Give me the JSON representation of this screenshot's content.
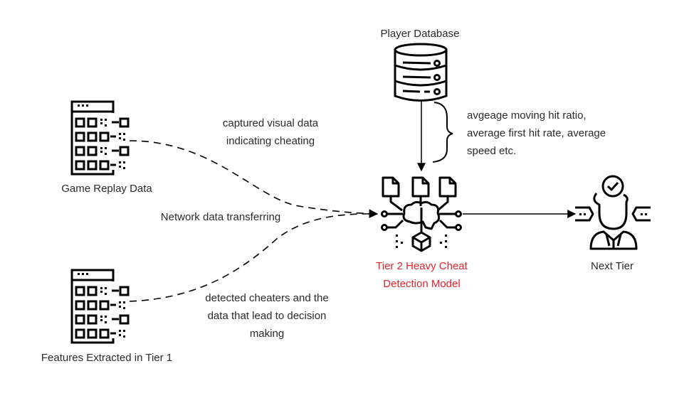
{
  "nodes": {
    "game_replay": {
      "label": "Game Replay Data",
      "icon": "dashboard-grid-icon"
    },
    "features_tier1": {
      "label": "Features Extracted in Tier 1",
      "icon": "dashboard-grid-icon"
    },
    "player_database": {
      "label": "Player Database",
      "icon": "database-icon"
    },
    "model": {
      "label_line1": "Tier 2 Heavy Cheat",
      "label_line2": "Detection Model",
      "icon": "ai-brain-documents-icon",
      "label_color": "#e8222a"
    },
    "next_tier": {
      "label": "Next Tier",
      "icon": "verified-person-icon"
    }
  },
  "edges": {
    "replay_to_model": {
      "line1": "captured visual data",
      "line2": "indicating cheating",
      "style": "dashed"
    },
    "network": {
      "label": "Network data transferring"
    },
    "features_to_model": {
      "line1": "detected cheaters and the",
      "line2": "data that lead to decision",
      "line3": "making",
      "style": "dashed"
    },
    "database_to_model": {
      "line1": "avgeage moving hit ratio,",
      "line2": "average first hit rate, average",
      "line3": "speed etc.",
      "style": "solid"
    },
    "model_to_next": {
      "style": "solid"
    }
  }
}
